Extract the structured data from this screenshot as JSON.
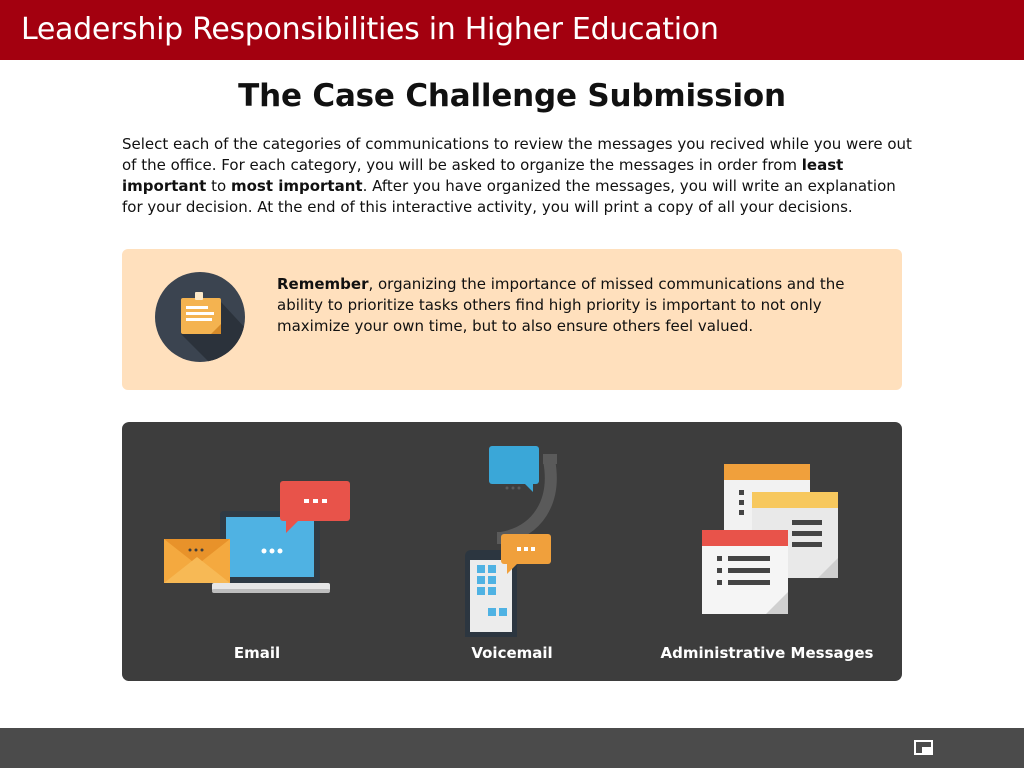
{
  "header": {
    "title": "Leadership Responsibilities in Higher Education"
  },
  "page": {
    "title": "The Case Challenge Submission"
  },
  "intro": {
    "part1": "Select each of the categories of communications to review the messages you recived while you were out of the office. For each category, you will be asked to organize the messages in order from ",
    "bold1": "least important",
    "part2": " to ",
    "bold2": "most important",
    "part3": ". After you have organized the messages, you will write an explanation for your decision. At the end of this interactive activity, you will print a copy of all your decisions."
  },
  "callout": {
    "icon": "sticky-note-icon",
    "bold": "Remember",
    "text": ", organizing the importance of missed communications and the ability to prioritize tasks others find high priority is important to not only maximize your own time, but to also ensure others feel valued."
  },
  "categories": [
    {
      "label": "Email",
      "icon": "email-laptop-icon"
    },
    {
      "label": "Voicemail",
      "icon": "voicemail-phone-icon"
    },
    {
      "label": "Administrative Messages",
      "icon": "documents-icon"
    }
  ],
  "footer": {
    "icon": "picture-in-picture-icon"
  },
  "colors": {
    "header": "#a3000f",
    "callout_bg": "#ffe0bd",
    "panel_bg": "#3d3d3d",
    "footer_bg": "#4b4b4b",
    "accent_red": "#e8534a",
    "accent_orange": "#f0a03c",
    "accent_blue": "#4fb2e3"
  }
}
